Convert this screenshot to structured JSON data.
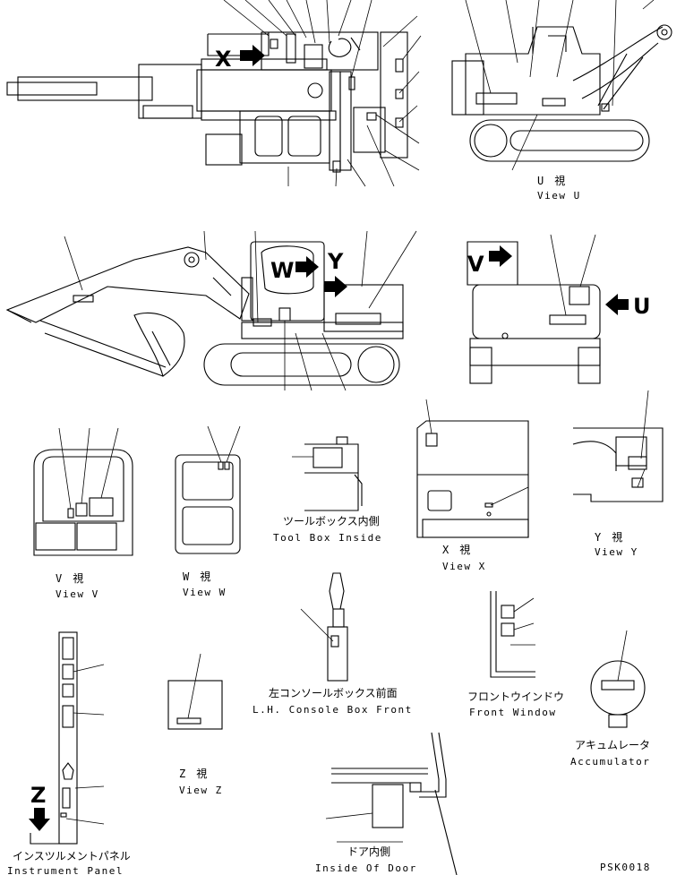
{
  "views": {
    "u": {
      "jp": "U　視",
      "en": "View U"
    },
    "v": {
      "jp": "V　視",
      "en": "View V"
    },
    "w": {
      "jp": "W　視",
      "en": "View W"
    },
    "x": {
      "jp": "X　視",
      "en": "View X"
    },
    "y": {
      "jp": "Y　視",
      "en": "View Y"
    },
    "z": {
      "jp": "Z　視",
      "en": "View Z"
    }
  },
  "parts": {
    "toolbox": {
      "jp": "ツールボックス内側",
      "en": "Tool Box Inside"
    },
    "console": {
      "jp": "左コンソールボックス前面",
      "en": "L.H. Console Box Front"
    },
    "frontwindow": {
      "jp": "フロントウインドウ",
      "en": "Front Window"
    },
    "accumulator": {
      "jp": "アキュムレータ",
      "en": "Accumulator"
    },
    "instrument": {
      "jp": "インスツルメントパネル",
      "en": "Instrument Panel"
    },
    "door": {
      "jp": "ドア内側",
      "en": "Inside Of Door"
    }
  },
  "arrow_letters": {
    "x": "X",
    "w": "W",
    "y": "Y",
    "v": "V",
    "u": "U",
    "z": "Z"
  },
  "code": "PSK0018"
}
